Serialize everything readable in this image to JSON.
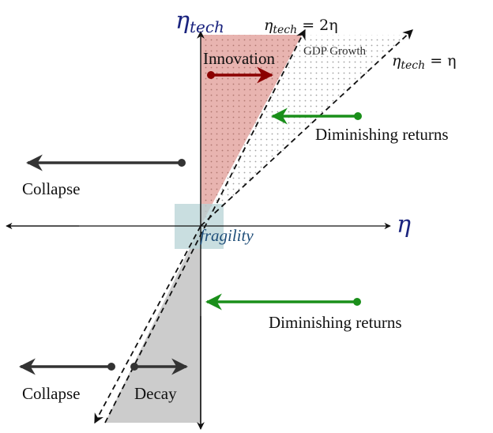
{
  "axes": {
    "y_symbol": "η",
    "y_subscript": "tech",
    "x_symbol": "η"
  },
  "lines": {
    "steep_eq_lhs": "η",
    "steep_eq_sub": "tech",
    "steep_eq_rhs": " = 2η",
    "diag_eq_lhs": "η",
    "diag_eq_sub": "tech",
    "diag_eq_rhs": " = η"
  },
  "regions": {
    "innovation": "Innovation",
    "gdp_growth": "GDP Growth",
    "fragility": "fragility"
  },
  "arrows": {
    "diminishing_upper": "Diminishing returns",
    "collapse_upper": "Collapse",
    "diminishing_lower": "Diminishing returns",
    "collapse_lower": "Collapse",
    "decay": "Decay"
  },
  "colors": {
    "innovation_fill": "#e8b4b0",
    "gdp_dots": "#b0b0b0",
    "decay_fill": "#cccccc",
    "fragility_box": "#b7d3d6",
    "innovation_arrow": "#8b0000",
    "diminishing_arrow": "#1a8f1a",
    "collapse_arrow": "#333333",
    "axis_symbol": "#1a237e",
    "fragility_text": "#1f4e79"
  }
}
